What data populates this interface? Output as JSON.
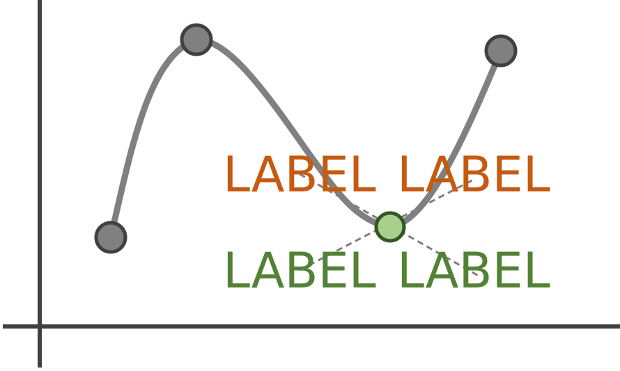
{
  "labels": {
    "top_left": "LABEL",
    "top_right": "LABEL",
    "bottom_left": "LABEL",
    "bottom_right": "LABEL"
  },
  "colors": {
    "axis": "#404040",
    "curve": "#808080",
    "point_fill": "#808080",
    "point_stroke": "#404040",
    "highlight_fill": "#a8d08d",
    "highlight_stroke": "#375623",
    "label_top": "#c55a11",
    "label_bottom": "#538135",
    "guide": "#7f7f7f"
  }
}
